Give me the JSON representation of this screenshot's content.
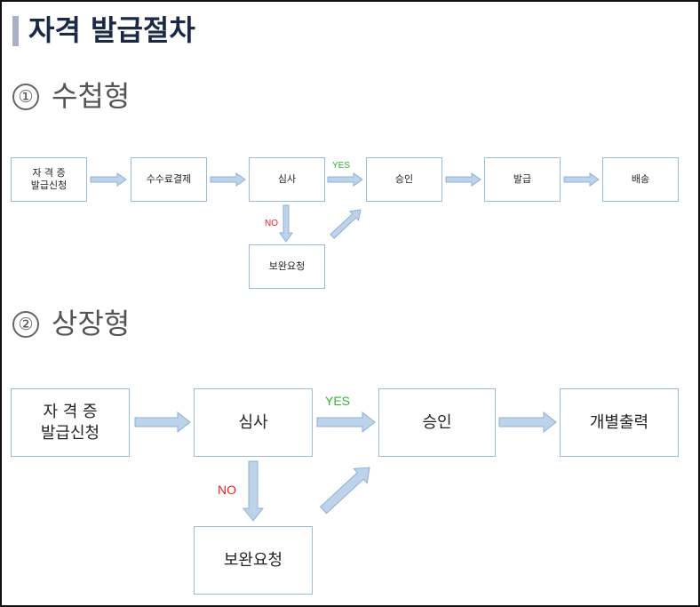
{
  "title": "자격 발급절차",
  "colors": {
    "box_border": "#9bbbd9",
    "arrow_fill": "#bcd3ea",
    "arrow_stroke": "#8fb0d4",
    "yes": "#33b233",
    "no": "#ee2222"
  },
  "sections": [
    {
      "number": "①",
      "title": "수첩형",
      "steps": [
        "자 격 증\n발급신청",
        "수수료결제",
        "심사",
        "승인",
        "발급",
        "배송"
      ],
      "reject_step": "보완요청",
      "yes_label": "YES",
      "no_label": "NO"
    },
    {
      "number": "②",
      "title": "상장형",
      "steps": [
        "자 격 증\n발급신청",
        "심사",
        "승인",
        "개별출력"
      ],
      "reject_step": "보완요청",
      "yes_label": "YES",
      "no_label": "NO"
    }
  ]
}
